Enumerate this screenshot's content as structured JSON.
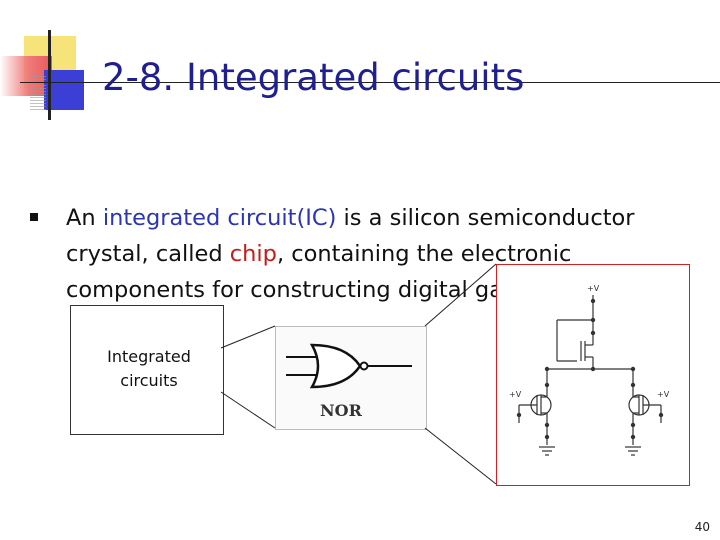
{
  "slide": {
    "title": "2-8. Integrated circuits",
    "bullet": {
      "part1": "An ",
      "term1": "integrated circuit(IC)",
      "part2": " is a silicon semiconductor crystal, called ",
      "term2": "chip",
      "part3": ", containing the electronic components for constructing digital gates."
    },
    "ic_label": "Integrated circuits",
    "gate_label": "NOR",
    "supply_label": "+V",
    "page_number": "40"
  },
  "colors": {
    "title": "#1f1f8f",
    "term_blue": "#2b35b5",
    "term_red": "#c51b1b",
    "circuit_border": "#d32020"
  }
}
